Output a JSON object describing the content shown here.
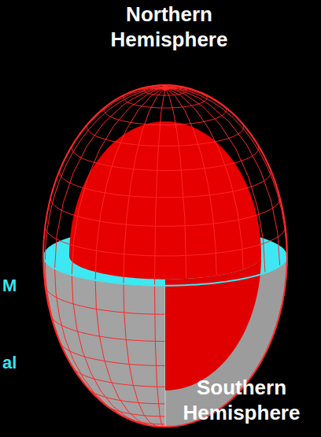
{
  "diagram": {
    "labels": [
      "Northern Hemisphere",
      "M",
      "al",
      "Southern Hemisphere"
    ]
  }
}
